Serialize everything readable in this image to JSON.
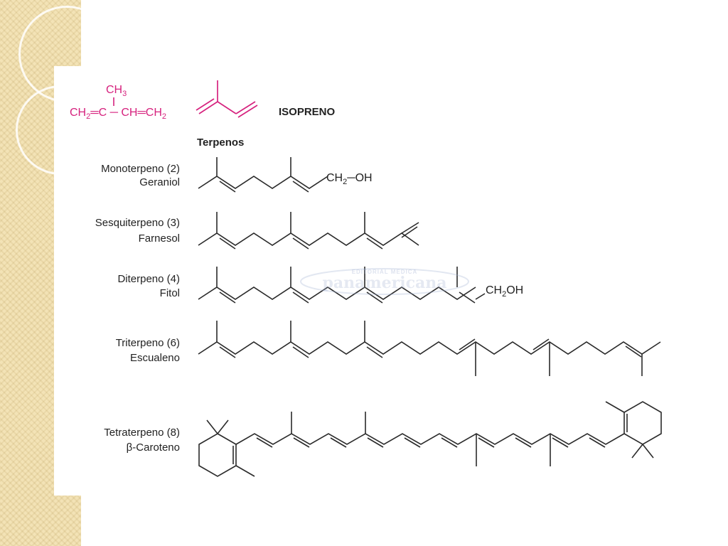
{
  "isoprene": {
    "formula_ch3": "CH",
    "formula_ch3_sub": "3",
    "formula_main_ch2a": "CH",
    "formula_main_ch2a_sub": "2",
    "formula_eq1": "═C ─ CH═CH",
    "formula_main_ch2b_sub": "2",
    "label": "ISOPRENO",
    "color": "#d6227e"
  },
  "section_title": "Terpenos",
  "rows": [
    {
      "class_label": "Monoterpeno (2)",
      "compound": "Geraniol",
      "group": "CH",
      "group_sub": "2",
      "group_tail": "─OH"
    },
    {
      "class_label": "Sesquiterpeno (3)",
      "compound": "Farnesol"
    },
    {
      "class_label": "Diterpeno (4)",
      "compound": "Fitol",
      "group": "CH",
      "group_sub": "2",
      "group_tail": "OH"
    },
    {
      "class_label": "Triterpeno (6)",
      "compound": "Escualeno"
    },
    {
      "class_label": "Tetraterpeno (8)",
      "compound": "β-Caroteno"
    }
  ],
  "watermark": {
    "top": "EDITORIAL MEDICA",
    "main": "panamericana"
  },
  "colors": {
    "strip": "#f3e3b6",
    "accent": "#d6227e",
    "ink": "#2a2a2a"
  }
}
